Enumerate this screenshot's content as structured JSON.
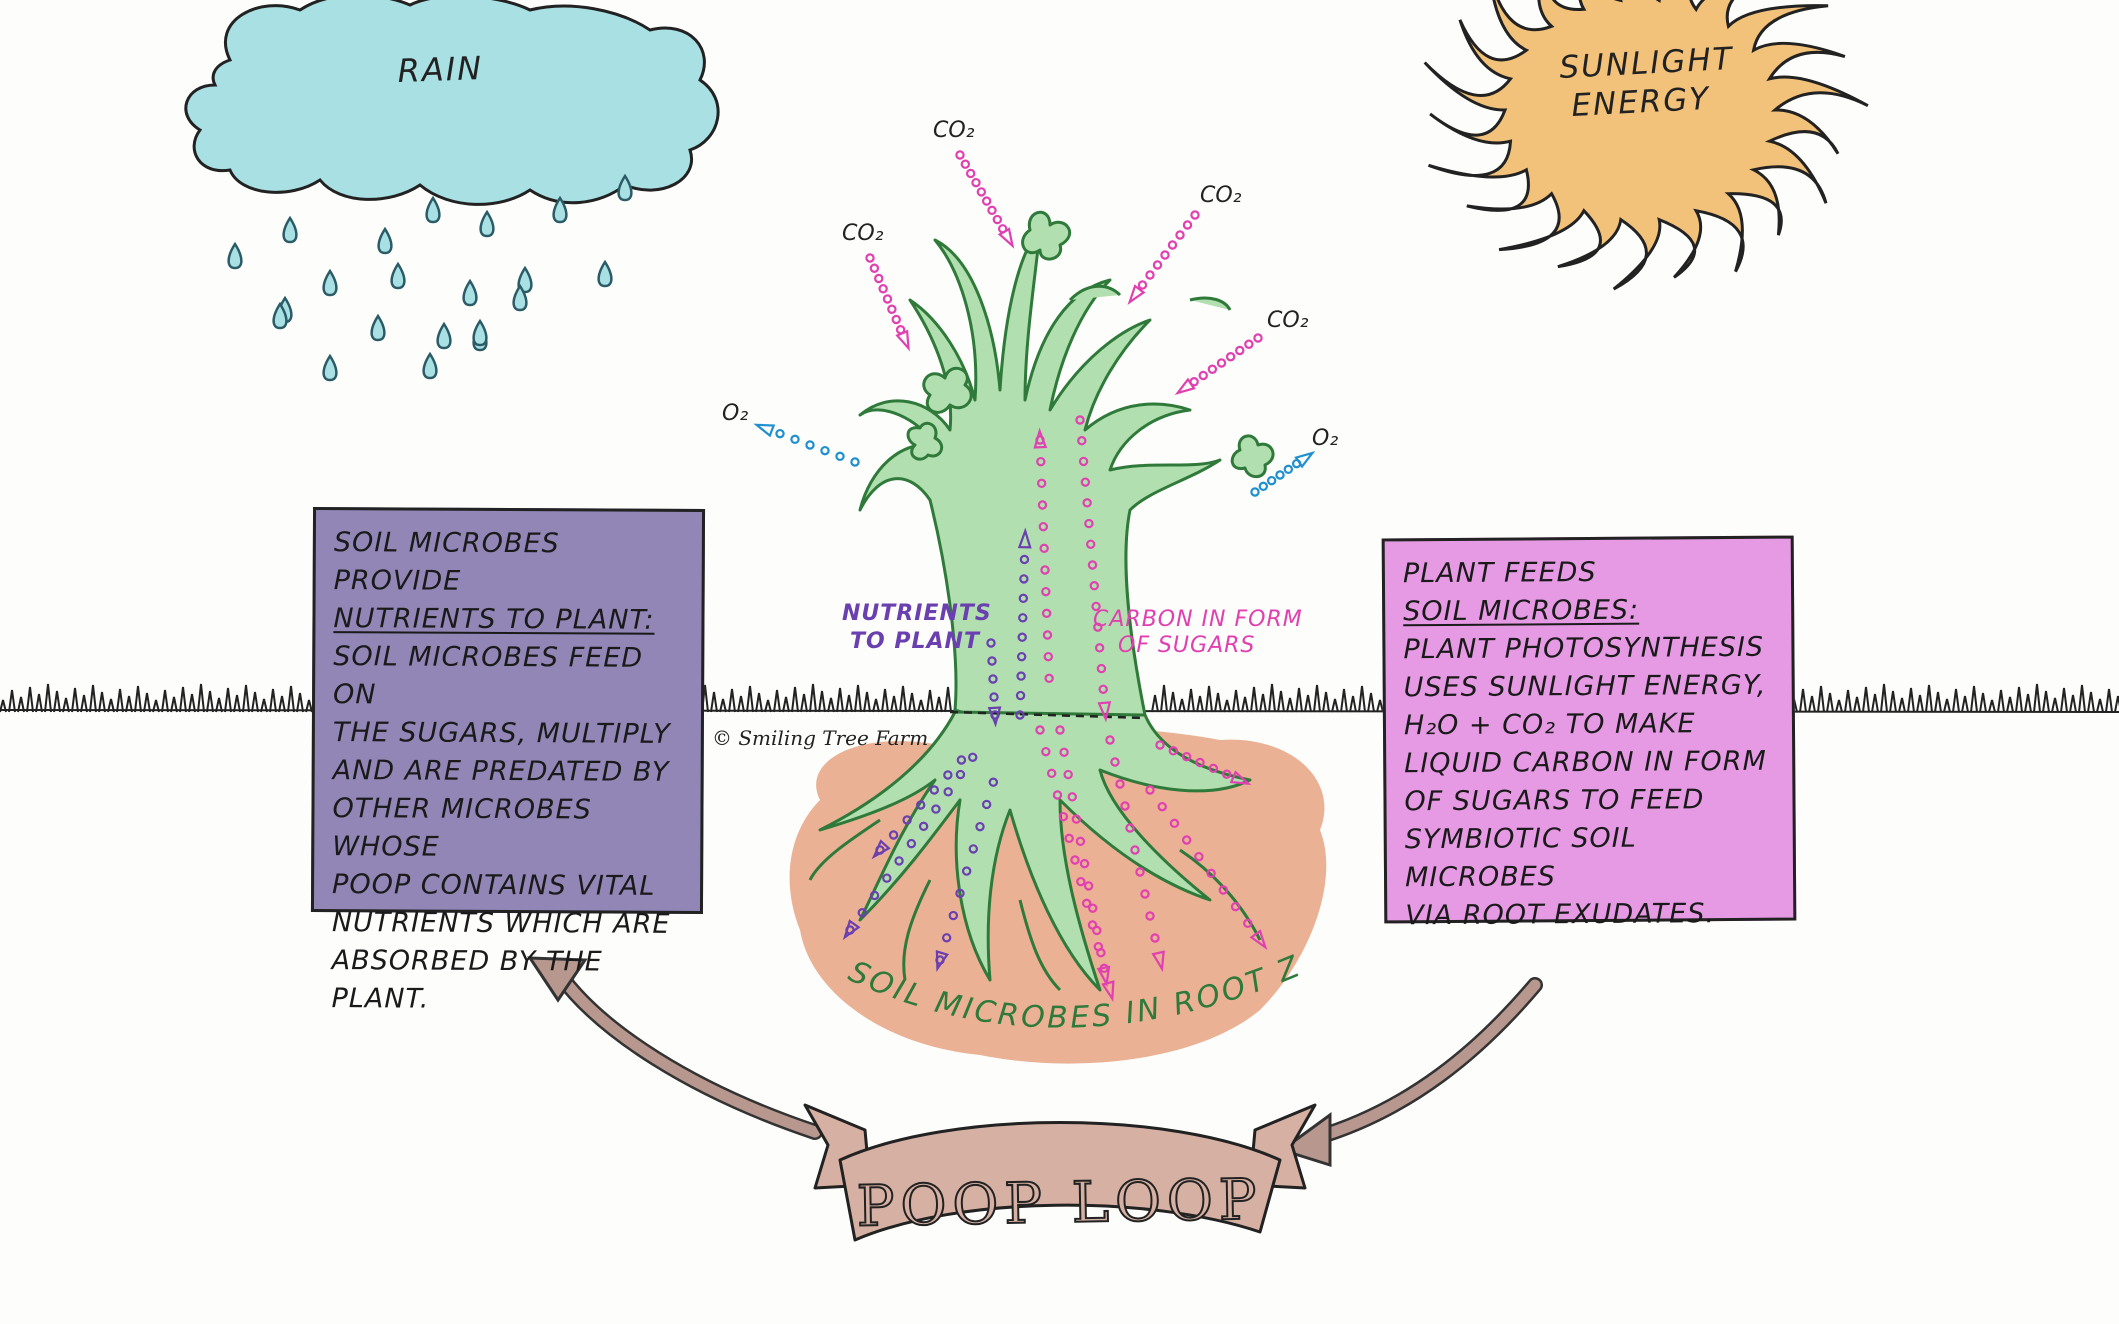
{
  "rain": {
    "label": "RAIN"
  },
  "sun": {
    "label_line1": "SUNLIGHT",
    "label_line2": "ENERGY"
  },
  "gases": {
    "co2_1": "CO₂",
    "co2_2": "CO₂",
    "co2_3": "CO₂",
    "co2_4": "CO₂",
    "o2_left": "O₂",
    "o2_right": "O₂"
  },
  "flows": {
    "nutrients_line1": "NUTRIENTS",
    "nutrients_line2": "TO PLANT",
    "carbon_line1": "CARBON IN FORM",
    "carbon_line2": "OF SUGARS"
  },
  "left_box": {
    "heading": "SOIL MICROBES PROVIDE",
    "heading_underlined": "NUTRIENTS TO PLANT:",
    "lines": [
      "SOIL MICROBES FEED ON",
      "THE SUGARS, MULTIPLY",
      "AND ARE PREDATED BY",
      "OTHER MICROBES WHOSE",
      "POOP CONTAINS VITAL",
      "NUTRIENTS WHICH ARE",
      "ABSORBED BY THE",
      "PLANT."
    ]
  },
  "right_box": {
    "heading": "PLANT FEEDS",
    "heading_underlined": "SOIL MICROBES:",
    "lines": [
      "PLANT PHOTOSYNTHESIS",
      "USES SUNLIGHT ENERGY,",
      "H₂O + CO₂ TO MAKE",
      "LIQUID CARBON IN FORM",
      "OF SUGARS TO FEED",
      "SYMBIOTIC SOIL MICROBES",
      "VIA ROOT EXUDATES."
    ]
  },
  "credit": "© Smiling Tree Farm",
  "root_zone": {
    "label": "SOIL MICROBES IN ROOT ZONE"
  },
  "banner": {
    "label": "POOP LOOP"
  },
  "colors": {
    "rain_cloud": "#a8e0e3",
    "raindrop_stroke": "#2b5b66",
    "sun": "#f2c27a",
    "plant": "#b2dfb0",
    "plant_stroke": "#2f7a3a",
    "soil": "#e8a889",
    "left_box": "#9186b6",
    "right_box": "#e69ae4",
    "nutrients_flow": "#6a3fb0",
    "carbon_flow": "#e040b0",
    "oxygen_flow": "#1f8fd0",
    "banner": "#d6b0a3",
    "loop_arrow": "#b8988e"
  }
}
